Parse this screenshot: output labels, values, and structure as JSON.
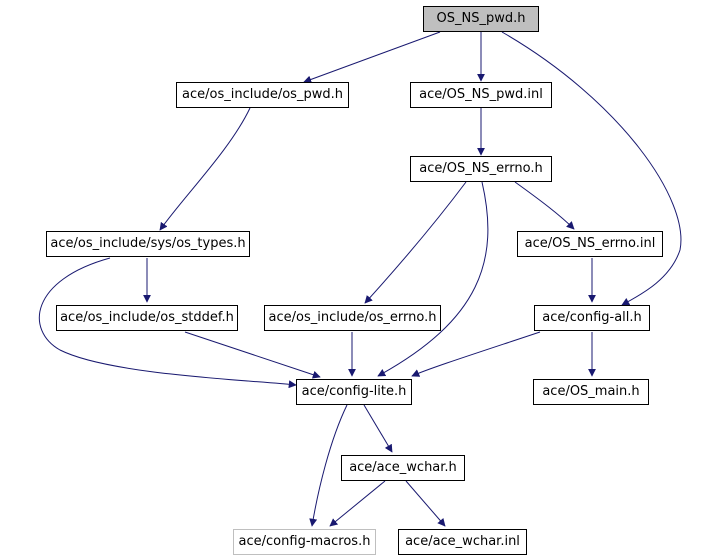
{
  "nodes": {
    "root": "OS_NS_pwd.h",
    "os_pwd": "ace/os_include/os_pwd.h",
    "pwd_inl": "ace/OS_NS_pwd.inl",
    "errno_h": "ace/OS_NS_errno.h",
    "sys_types": "ace/os_include/sys/os_types.h",
    "errno_inl": "ace/OS_NS_errno.inl",
    "stddef": "ace/os_include/os_stddef.h",
    "os_errno": "ace/os_include/os_errno.h",
    "config_all": "ace/config-all.h",
    "config_lite": "ace/config-lite.h",
    "os_main": "ace/OS_main.h",
    "wchar_h": "ace/ace_wchar.h",
    "config_macros": "ace/config-macros.h",
    "wchar_inl": "ace/ace_wchar.inl"
  },
  "colors": {
    "edge": "#191970",
    "root_fill": "#bfbfbf",
    "missing_border": "#bfbfbf"
  }
}
